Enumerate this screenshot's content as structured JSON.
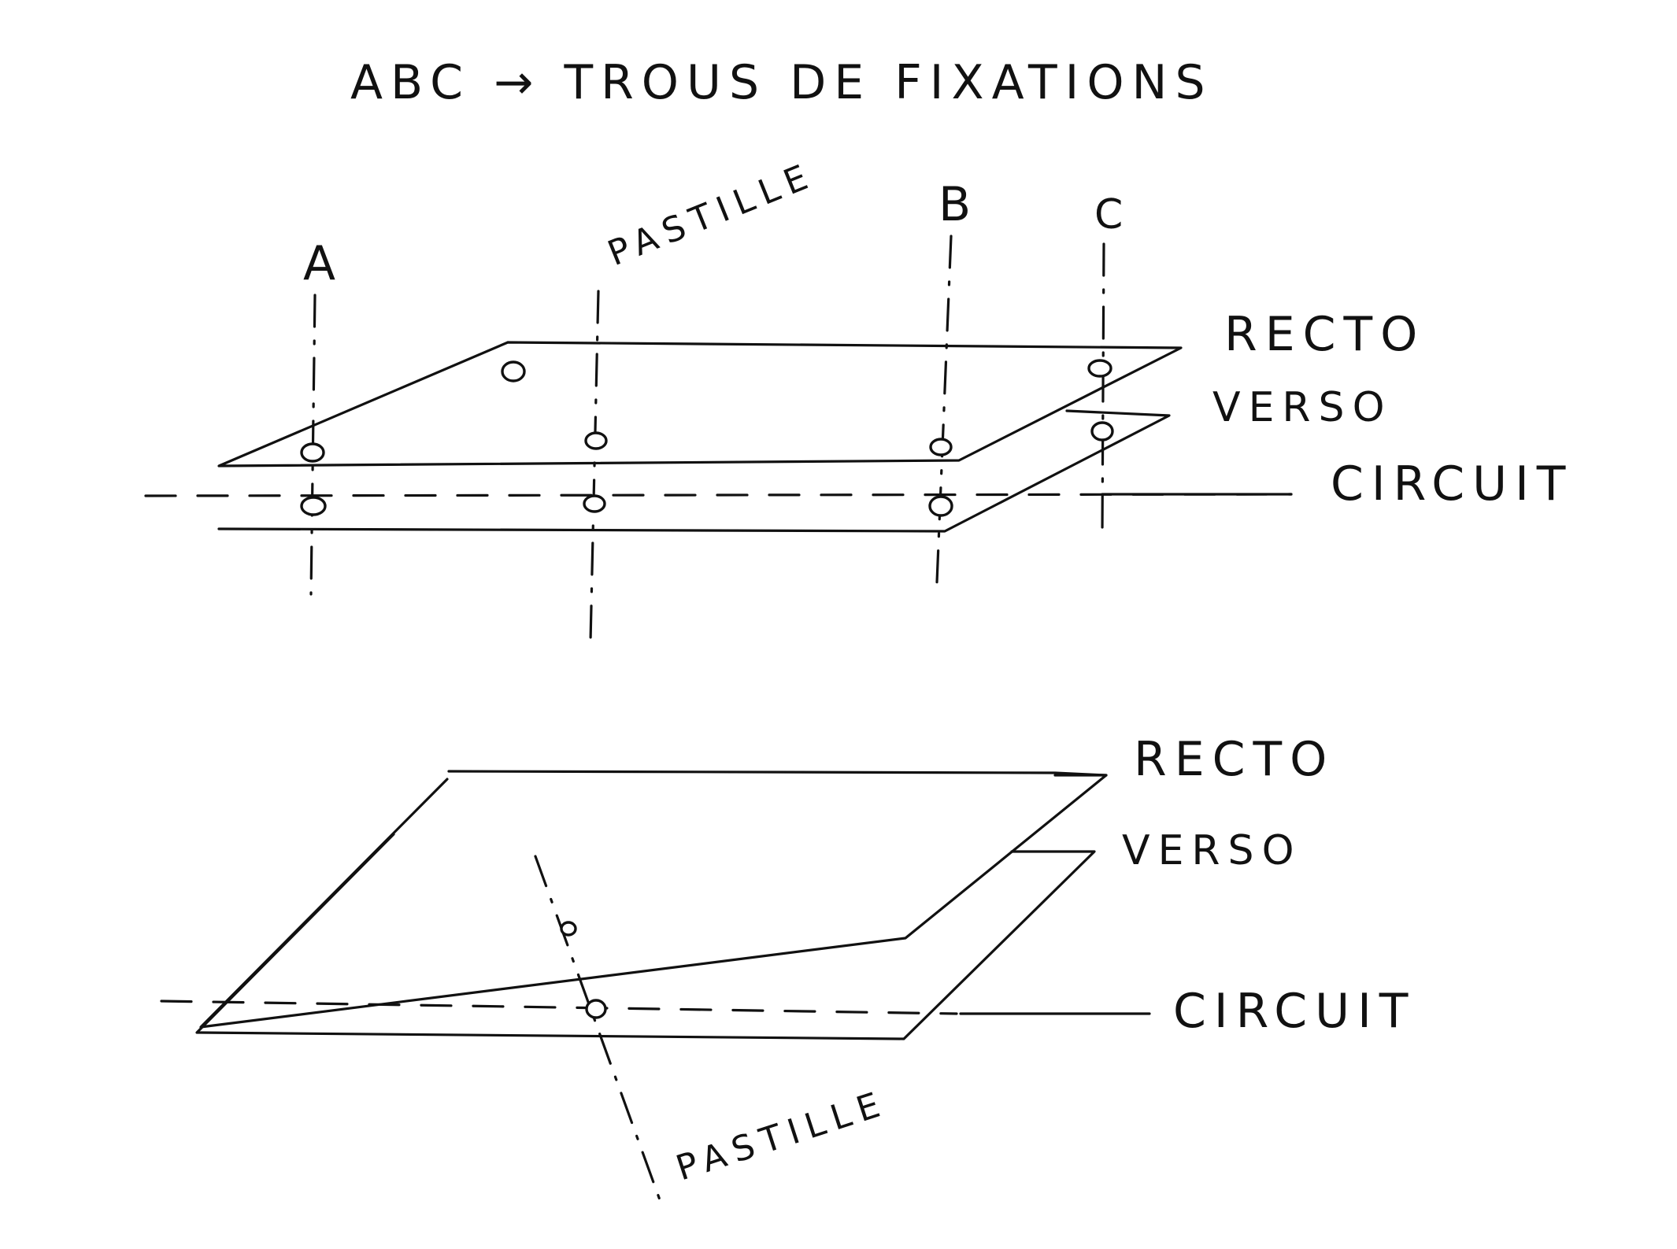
{
  "title": "ABC → TROUS DE FIXATIONS",
  "diagram_top": {
    "label_a": "A",
    "label_b": "B",
    "label_c": "C",
    "label_pastille": "PASTILLE",
    "label_recto": "RECTO",
    "label_verso": "VERSO",
    "label_circuit": "CIRCUIT"
  },
  "diagram_bottom": {
    "label_recto": "RECTO",
    "label_verso": "VERSO",
    "label_circuit": "CIRCUIT",
    "label_pastille": "PASTILLE"
  }
}
